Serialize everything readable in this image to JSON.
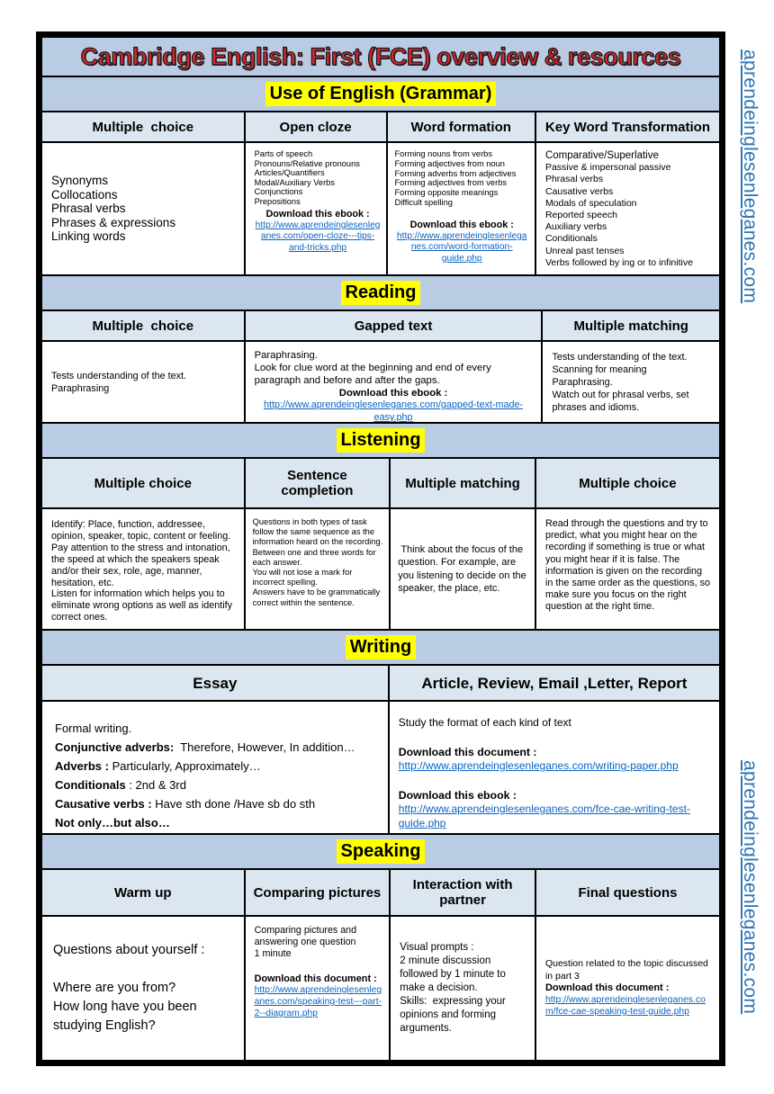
{
  "title": "Cambridge English: First (FCE) overview & resources",
  "watermark": {
    "text": "aprendeinglesenleganes.com"
  },
  "colors": {
    "bar_blue": "#b9cce4",
    "header_blue": "#dce6f1",
    "highlight_yellow": "#ffff00",
    "title_red": "#d3262c",
    "link_blue": "#0b63c1",
    "watermark_blue": "#2e75b5",
    "border_black": "#000000"
  },
  "use_of_english": {
    "title": "Use of English (Grammar)",
    "headers": [
      "Multiple  choice",
      "Open cloze",
      "Word formation",
      "Key Word Transformation"
    ],
    "multiple_choice": {
      "items": [
        "Synonyms",
        "Collocations",
        "Phrasal verbs",
        "Phrases & expressions",
        "Linking words"
      ]
    },
    "open_cloze": {
      "items": [
        "Parts of speech",
        "Pronouns/Relative pronouns",
        "Articles/Quantifiers",
        "Modal/Auxiliary Verbs",
        "Conjunctions",
        "Prepositions"
      ],
      "download_label": "Download this ebook :",
      "link": "http://www.aprendeinglesenleganes.com/open-cloze---tips-and-tricks.php"
    },
    "word_formation": {
      "items": [
        "Forming nouns from verbs",
        "Forming adjectives from noun",
        "Forming adverbs from adjectives",
        "Forming adjectives from verbs",
        "Forming opposite meanings",
        "Difficult spelling"
      ],
      "download_label": "Download this ebook :",
      "link": "http://www.aprendeinglesenleganes.com/word-formation-guide.php"
    },
    "key_word_transformation": {
      "items": [
        "Comparative/Superlative",
        "Passive & impersonal passive",
        "Phrasal verbs",
        "Causative verbs",
        "Modals of speculation",
        "Reported speech",
        "Auxiliary verbs",
        "Conditionals",
        "Unreal past tenses",
        "Verbs followed by ing or to infinitive"
      ]
    }
  },
  "reading": {
    "title": "Reading",
    "headers": [
      "Multiple  choice",
      "Gapped text",
      "Multiple matching"
    ],
    "multiple_choice": {
      "lines": [
        "Tests understanding of the text.",
        "Paraphrasing"
      ]
    },
    "gapped_text": {
      "lines": [
        "Paraphrasing.",
        "Look for clue word at the beginning and end of every paragraph and before and after the gaps."
      ],
      "download_label": "Download this ebook :",
      "link": "http://www.aprendeinglesenleganes.com/gapped-text-made-easy.php"
    },
    "multiple_matching": {
      "lines": [
        "Tests understanding of the text.",
        "Scanning for meaning",
        "Paraphrasing.",
        "Watch out for phrasal verbs, set phrases and idioms."
      ]
    }
  },
  "listening": {
    "title": "Listening",
    "headers": [
      "Multiple choice",
      "Sentence completion",
      "Multiple matching",
      "Multiple choice"
    ],
    "multiple_choice_1": {
      "lines": [
        "Identify: Place, function, addressee, opinion, speaker, topic, content or feeling.",
        "Pay attention to the stress and intonation, the speed at which the speakers speak and/or their sex, role, age, manner, hesitation, etc.",
        "Listen for information which helps you to eliminate wrong options as well as identify correct ones."
      ]
    },
    "sentence_completion": {
      "lines": [
        "Questions in both types of task follow the same sequence as the information heard on the recording.",
        "Between one and three words for each answer.",
        "You will not lose a mark for incorrect spelling.",
        "Answers have to be grammatically correct within the sentence."
      ]
    },
    "multiple_matching": {
      "text": " Think about the focus of the question. For example, are you listening to decide on the speaker, the place, etc."
    },
    "multiple_choice_2": {
      "text": "Read through the questions and try to predict, what you might hear on the recording if something is true or what you might hear if it is false. The information is given on the recording in the same order as the questions, so make sure you focus on the right question at the right time."
    }
  },
  "writing": {
    "title": "Writing",
    "headers": [
      "Essay",
      "Article, Review, Email ,Letter, Report"
    ],
    "essay": {
      "intro": "Formal writing.",
      "rows": [
        {
          "b": "Conjunctive adverbs:",
          "r": "  Therefore, However, In addition…"
        },
        {
          "b": "Adverbs :",
          "r": " Particularly, Approximately…"
        },
        {
          "b": "Conditionals",
          "r": " : 2nd & 3rd"
        },
        {
          "b": "Causative verbs :",
          "r": " Have sth done /Have sb do sth"
        },
        {
          "b": "Not only…but also…",
          "r": ""
        }
      ]
    },
    "article": {
      "intro": "Study the format of each kind of text",
      "download_document_label": "Download this document :",
      "document_link": "http://www.aprendeinglesenleganes.com/writing-paper.php",
      "download_ebook_label": "Download this ebook :",
      "ebook_link": "http://www.aprendeinglesenleganes.com/fce-cae-writing-test-guide.php"
    }
  },
  "speaking": {
    "title": "Speaking",
    "headers": [
      "Warm up",
      "Comparing pictures",
      "Interaction with partner",
      "Final questions"
    ],
    "warm_up": {
      "intro": "Questions about yourself :",
      "lines": [
        "Where are you from?",
        "How long have you been studying English?"
      ]
    },
    "comparing_pictures": {
      "lines": [
        "Comparing pictures and answering one question",
        "1 minute"
      ],
      "download_label": "Download this document :",
      "link": "http://www.aprendeinglesenleganes.com/speaking-test---part-2--diagram.php"
    },
    "interaction_with_partner": {
      "lines": [
        "Visual prompts :",
        "2 minute discussion followed by 1 minute to make a decision.",
        "Skills:  expressing your opinions and forming arguments."
      ]
    },
    "final_questions": {
      "intro": "Question related to the topic discussed in part 3",
      "download_label": "Download this document :",
      "link": "http://www.aprendeinglesenleganes.com/fce-cae-speaking-test-guide.php"
    }
  }
}
